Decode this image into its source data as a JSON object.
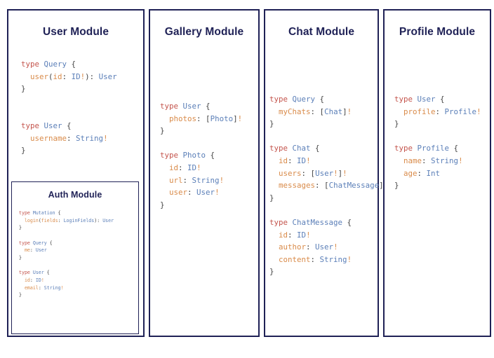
{
  "canvas": {
    "background": "#ffffff",
    "border_color": "#1f2156"
  },
  "palette": {
    "title": "#1f2156",
    "keyword": "#c4554d",
    "type_name": "#5b7fb8",
    "field_name": "#d98b4a",
    "punctuation": "#444444"
  },
  "modules": [
    {
      "id": "user",
      "title": "User Module",
      "code_lines": [
        [
          {
            "t": "type ",
            "c": "kw"
          },
          {
            "t": "Query",
            "c": "tn"
          },
          {
            "t": " {",
            "c": "pn"
          }
        ],
        [
          {
            "t": "  ",
            "c": "pn"
          },
          {
            "t": "user",
            "c": "fld"
          },
          {
            "t": "(",
            "c": "pn"
          },
          {
            "t": "id",
            "c": "fld"
          },
          {
            "t": ": ",
            "c": "pn"
          },
          {
            "t": "ID",
            "c": "tn"
          },
          {
            "t": "!",
            "c": "bang"
          },
          {
            "t": ")",
            "c": "pn"
          },
          {
            "t": ": ",
            "c": "pn"
          },
          {
            "t": "User",
            "c": "tn"
          }
        ],
        [
          {
            "t": "}",
            "c": "pn"
          }
        ],
        [],
        [],
        [
          {
            "t": "type ",
            "c": "kw"
          },
          {
            "t": "User",
            "c": "tn"
          },
          {
            "t": " {",
            "c": "pn"
          }
        ],
        [
          {
            "t": "  ",
            "c": "pn"
          },
          {
            "t": "username",
            "c": "fld"
          },
          {
            "t": ": ",
            "c": "pn"
          },
          {
            "t": "String",
            "c": "tn"
          },
          {
            "t": "!",
            "c": "bang"
          }
        ],
        [
          {
            "t": "}",
            "c": "pn"
          }
        ]
      ],
      "nested": {
        "id": "auth",
        "title": "Auth Module",
        "code_lines": [
          [
            {
              "t": "type ",
              "c": "kw"
            },
            {
              "t": "Mutation",
              "c": "tn"
            },
            {
              "t": " {",
              "c": "pn"
            }
          ],
          [
            {
              "t": "  ",
              "c": "pn"
            },
            {
              "t": "login",
              "c": "fld"
            },
            {
              "t": "(",
              "c": "pn"
            },
            {
              "t": "fields",
              "c": "fld"
            },
            {
              "t": ": ",
              "c": "pn"
            },
            {
              "t": "LoginFields",
              "c": "tn"
            },
            {
              "t": ")",
              "c": "pn"
            },
            {
              "t": ": ",
              "c": "pn"
            },
            {
              "t": "User",
              "c": "tn"
            }
          ],
          [
            {
              "t": "}",
              "c": "pn"
            }
          ],
          [],
          [
            {
              "t": "type ",
              "c": "kw"
            },
            {
              "t": "Query",
              "c": "tn"
            },
            {
              "t": " {",
              "c": "pn"
            }
          ],
          [
            {
              "t": "  ",
              "c": "pn"
            },
            {
              "t": "me",
              "c": "fld"
            },
            {
              "t": ": ",
              "c": "pn"
            },
            {
              "t": "User",
              "c": "tn"
            }
          ],
          [
            {
              "t": "}",
              "c": "pn"
            }
          ],
          [],
          [
            {
              "t": "type ",
              "c": "kw"
            },
            {
              "t": "User",
              "c": "tn"
            },
            {
              "t": " {",
              "c": "pn"
            }
          ],
          [
            {
              "t": "  ",
              "c": "pn"
            },
            {
              "t": "id",
              "c": "fld"
            },
            {
              "t": ": ",
              "c": "pn"
            },
            {
              "t": "ID",
              "c": "tn"
            },
            {
              "t": "!",
              "c": "bang"
            }
          ],
          [
            {
              "t": "  ",
              "c": "pn"
            },
            {
              "t": "email",
              "c": "fld"
            },
            {
              "t": ": ",
              "c": "pn"
            },
            {
              "t": "String",
              "c": "tn"
            },
            {
              "t": "!",
              "c": "bang"
            }
          ],
          [
            {
              "t": "}",
              "c": "pn"
            }
          ]
        ]
      }
    },
    {
      "id": "gallery",
      "title": "Gallery Module",
      "code_lines": [
        [
          {
            "t": "type ",
            "c": "kw"
          },
          {
            "t": "User",
            "c": "tn"
          },
          {
            "t": " {",
            "c": "pn"
          }
        ],
        [
          {
            "t": "  ",
            "c": "pn"
          },
          {
            "t": "photos",
            "c": "fld"
          },
          {
            "t": ": ",
            "c": "pn"
          },
          {
            "t": "[",
            "c": "pn"
          },
          {
            "t": "Photo",
            "c": "tn"
          },
          {
            "t": "]",
            "c": "pn"
          },
          {
            "t": "!",
            "c": "bang"
          }
        ],
        [
          {
            "t": "}",
            "c": "pn"
          }
        ],
        [],
        [
          {
            "t": "type ",
            "c": "kw"
          },
          {
            "t": "Photo",
            "c": "tn"
          },
          {
            "t": " {",
            "c": "pn"
          }
        ],
        [
          {
            "t": "  ",
            "c": "pn"
          },
          {
            "t": "id",
            "c": "fld"
          },
          {
            "t": ": ",
            "c": "pn"
          },
          {
            "t": "ID",
            "c": "tn"
          },
          {
            "t": "!",
            "c": "bang"
          }
        ],
        [
          {
            "t": "  ",
            "c": "pn"
          },
          {
            "t": "url",
            "c": "fld"
          },
          {
            "t": ": ",
            "c": "pn"
          },
          {
            "t": "String",
            "c": "tn"
          },
          {
            "t": "!",
            "c": "bang"
          }
        ],
        [
          {
            "t": "  ",
            "c": "pn"
          },
          {
            "t": "user",
            "c": "fld"
          },
          {
            "t": ": ",
            "c": "pn"
          },
          {
            "t": "User",
            "c": "tn"
          },
          {
            "t": "!",
            "c": "bang"
          }
        ],
        [
          {
            "t": "}",
            "c": "pn"
          }
        ]
      ]
    },
    {
      "id": "chat",
      "title": "Chat Module",
      "code_lines": [
        [
          {
            "t": "type ",
            "c": "kw"
          },
          {
            "t": "Query",
            "c": "tn"
          },
          {
            "t": " {",
            "c": "pn"
          }
        ],
        [
          {
            "t": "  ",
            "c": "pn"
          },
          {
            "t": "myChats",
            "c": "fld"
          },
          {
            "t": ": ",
            "c": "pn"
          },
          {
            "t": "[",
            "c": "pn"
          },
          {
            "t": "Chat",
            "c": "tn"
          },
          {
            "t": "]",
            "c": "pn"
          },
          {
            "t": "!",
            "c": "bang"
          }
        ],
        [
          {
            "t": "}",
            "c": "pn"
          }
        ],
        [],
        [
          {
            "t": "type ",
            "c": "kw"
          },
          {
            "t": "Chat",
            "c": "tn"
          },
          {
            "t": " {",
            "c": "pn"
          }
        ],
        [
          {
            "t": "  ",
            "c": "pn"
          },
          {
            "t": "id",
            "c": "fld"
          },
          {
            "t": ": ",
            "c": "pn"
          },
          {
            "t": "ID",
            "c": "tn"
          },
          {
            "t": "!",
            "c": "bang"
          }
        ],
        [
          {
            "t": "  ",
            "c": "pn"
          },
          {
            "t": "users",
            "c": "fld"
          },
          {
            "t": ": ",
            "c": "pn"
          },
          {
            "t": "[",
            "c": "pn"
          },
          {
            "t": "User",
            "c": "tn"
          },
          {
            "t": "!",
            "c": "bang"
          },
          {
            "t": "]",
            "c": "pn"
          },
          {
            "t": "!",
            "c": "bang"
          }
        ],
        [
          {
            "t": "  ",
            "c": "pn"
          },
          {
            "t": "messages",
            "c": "fld"
          },
          {
            "t": ": ",
            "c": "pn"
          },
          {
            "t": "[",
            "c": "pn"
          },
          {
            "t": "ChatMessage",
            "c": "tn"
          },
          {
            "t": "]",
            "c": "pn"
          },
          {
            "t": "!",
            "c": "bang"
          }
        ],
        [
          {
            "t": "}",
            "c": "pn"
          }
        ],
        [],
        [
          {
            "t": "type ",
            "c": "kw"
          },
          {
            "t": "ChatMessage",
            "c": "tn"
          },
          {
            "t": " {",
            "c": "pn"
          }
        ],
        [
          {
            "t": "  ",
            "c": "pn"
          },
          {
            "t": "id",
            "c": "fld"
          },
          {
            "t": ": ",
            "c": "pn"
          },
          {
            "t": "ID",
            "c": "tn"
          },
          {
            "t": "!",
            "c": "bang"
          }
        ],
        [
          {
            "t": "  ",
            "c": "pn"
          },
          {
            "t": "author",
            "c": "fld"
          },
          {
            "t": ": ",
            "c": "pn"
          },
          {
            "t": "User",
            "c": "tn"
          },
          {
            "t": "!",
            "c": "bang"
          }
        ],
        [
          {
            "t": "  ",
            "c": "pn"
          },
          {
            "t": "content",
            "c": "fld"
          },
          {
            "t": ": ",
            "c": "pn"
          },
          {
            "t": "String",
            "c": "tn"
          },
          {
            "t": "!",
            "c": "bang"
          }
        ],
        [
          {
            "t": "}",
            "c": "pn"
          }
        ]
      ]
    },
    {
      "id": "profile",
      "title": "Profile Module",
      "code_lines": [
        [
          {
            "t": "type ",
            "c": "kw"
          },
          {
            "t": "User",
            "c": "tn"
          },
          {
            "t": " {",
            "c": "pn"
          }
        ],
        [
          {
            "t": "  ",
            "c": "pn"
          },
          {
            "t": "profile",
            "c": "fld"
          },
          {
            "t": ": ",
            "c": "pn"
          },
          {
            "t": "Profile",
            "c": "tn"
          },
          {
            "t": "!",
            "c": "bang"
          }
        ],
        [
          {
            "t": "}",
            "c": "pn"
          }
        ],
        [],
        [
          {
            "t": "type ",
            "c": "kw"
          },
          {
            "t": "Profile",
            "c": "tn"
          },
          {
            "t": " {",
            "c": "pn"
          }
        ],
        [
          {
            "t": "  ",
            "c": "pn"
          },
          {
            "t": "name",
            "c": "fld"
          },
          {
            "t": ": ",
            "c": "pn"
          },
          {
            "t": "String",
            "c": "tn"
          },
          {
            "t": "!",
            "c": "bang"
          }
        ],
        [
          {
            "t": "  ",
            "c": "pn"
          },
          {
            "t": "age",
            "c": "fld"
          },
          {
            "t": ": ",
            "c": "pn"
          },
          {
            "t": "Int",
            "c": "tn"
          }
        ],
        [
          {
            "t": "}",
            "c": "pn"
          }
        ]
      ]
    }
  ]
}
